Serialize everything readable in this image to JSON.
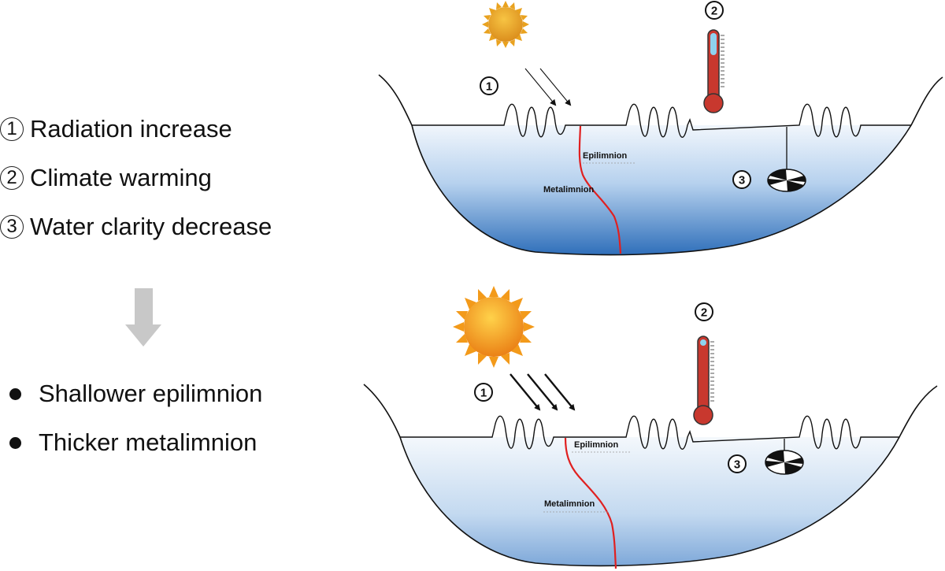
{
  "legend": {
    "items": [
      {
        "num": "1",
        "label": "Radiation increase"
      },
      {
        "num": "2",
        "label": "Climate warming"
      },
      {
        "num": "3",
        "label": "Water clarity decrease"
      }
    ]
  },
  "outcomes": [
    {
      "label": "Shallower epilimnion"
    },
    {
      "label": "Thicker metalimnion"
    }
  ],
  "top_lake": {
    "badge_radiation": "1",
    "badge_warming": "2",
    "badge_clarity": "3",
    "epilimnion_label": "Epilimnion",
    "metalimnion_label": "Metalimnion"
  },
  "bottom_lake": {
    "badge_radiation": "1",
    "badge_warming": "2",
    "badge_clarity": "3",
    "epilimnion_label": "Epilimnion",
    "metalimnion_label": "Metalimnion"
  },
  "colors": {
    "water_top": "#eef4fb",
    "water_bottom": "#2e6db8",
    "thermocline": "#e02020",
    "arrow_gray": "#c8c8c8",
    "thermo_red": "#c8382e",
    "thermo_blue": "#8fd3ef"
  }
}
